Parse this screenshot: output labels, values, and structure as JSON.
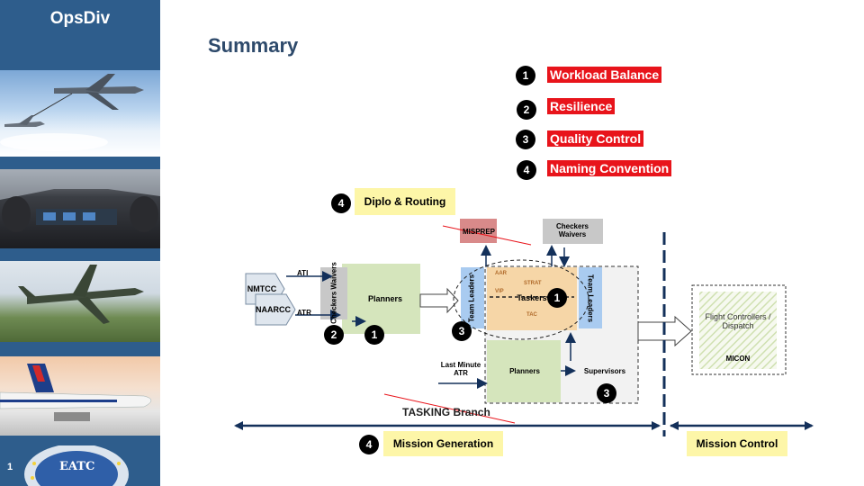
{
  "sidebar": {
    "brand": "OpsDiv",
    "slide_number": "1",
    "emblem_text": "EATC"
  },
  "page_title": "Summary",
  "key_items": [
    {
      "num": "1",
      "label": "Workload Balance"
    },
    {
      "num": "2",
      "label": "Resilience"
    },
    {
      "num": "3",
      "label": "Quality Control"
    },
    {
      "num": "4",
      "label": "Naming Convention"
    }
  ],
  "diagram": {
    "diplo": {
      "num": "4",
      "label": "Diplo & Routing"
    },
    "nmtcc": "NMTCC",
    "naarcc": "NAARCC",
    "ati": "ATI",
    "atr": "ATR",
    "checkers_waivers_left": "Checkers Waivers",
    "planners_top": "Planners",
    "badge2": "2",
    "badge1_left": "1",
    "badge3_left": "3",
    "misprep": "MISPREP",
    "checkers_waivers_top": "Checkers Waivers",
    "team_leaders_left": "Team Leaders",
    "team_leaders_right": "Team Leaders",
    "aar": "AAR",
    "strat": "STRAT",
    "vip": "VIP",
    "tac": "TAC",
    "taskers": "Taskers",
    "badge1_center": "1",
    "last_minute_atr": "Last Minute ATR",
    "planners_bottom": "Planners",
    "supervisors": "Supervisors",
    "badge3_bottom": "3",
    "flight_controllers": "Flight Controllers / Dispatch",
    "micon": "MICON",
    "tasking_branch": "TASKING Branch",
    "mission_generation": {
      "num": "4",
      "label": "Mission Generation"
    },
    "mission_control": "Mission Control"
  },
  "colors": {
    "sidebar": "#2e5d8c",
    "title": "#2e4a6b",
    "red_label": "#e8141b",
    "yellow_label": "#fdf6a8",
    "planner_green": "#d5e5bc",
    "team_blue": "#a9cbf0",
    "tasker_orange": "#f6d6a7",
    "misprep": "#d98a8a",
    "checkers_gray": "#c8c8c8",
    "arrow_navy": "#13305a"
  }
}
